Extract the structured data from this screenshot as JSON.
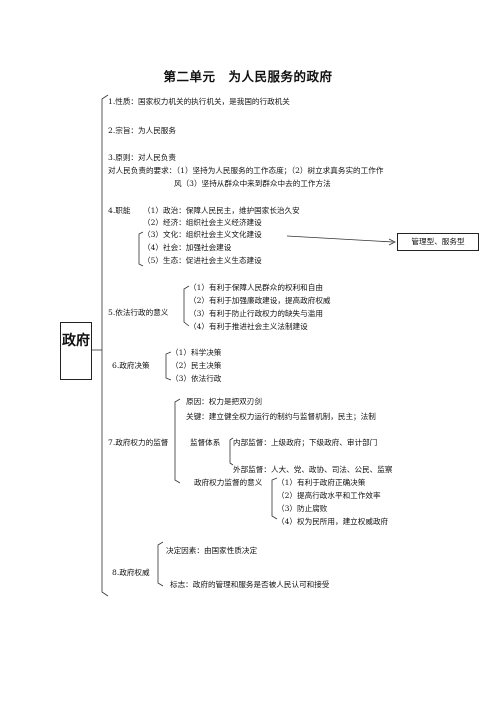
{
  "title": "第二单元　为人民服务的政府",
  "root": "政府",
  "s1": "1.性质：国家权力机关的执行机关，是我国的行政机关",
  "s2": "2.宗旨：为人民服务",
  "s3": {
    "head": "3.原则：对人民负责",
    "line2": "对人民负责的要求：（1）坚持为人民服务的工作态度；（2）树立求真务实的工作作",
    "line3": "风（3）坚持从群众中来到群众中去的工作方法"
  },
  "s4": {
    "head": "4.职能",
    "items": [
      "（1）政治：保障人民民主，维护国家长治久安",
      "（2）经济：组织社会主义经济建设",
      "（3）文化：组织社会主义文化建设",
      "（4）社会：加强社会建设",
      "（5）生态：促进社会主义生态建设"
    ],
    "note": "管理型、服务型"
  },
  "s5": {
    "head": "5.依法行政的意义",
    "items": [
      "（1）有利于保障人民群众的权利和自由",
      "（2）有利于加强廉政建设，提高政府权威",
      "（3）有利于防止行政权力的缺失与滥用",
      "（4）有利于推进社会主义法制建设"
    ]
  },
  "s6": {
    "head": "6.政府决策",
    "items": [
      "（1）科学决策",
      "（2）民主决策",
      "（3）依法行政"
    ]
  },
  "s7": {
    "head": "7.政府权力的监督",
    "reason": "原因：权力是把双刃剑",
    "key": "关键：建立健全权力运行的制约与监督机制，民主；法制",
    "system": "监督体系",
    "internal": "内部监督：上级政府；下级政府、审计部门",
    "external": "外部监督：人大、党、政协、司法、公民、监察",
    "meaning": "政府权力监督的意义",
    "items": [
      "（1）有利于政府正确决策",
      "（2）提高行政水平和工作效率",
      "（3）防止腐败",
      "（4）权为民所用，建立权威政府"
    ]
  },
  "s8": {
    "head": "8.政府权威",
    "factor": "决定因素：由国家性质决定",
    "sign": "标志：政府的管理和服务是否被人民认可和接受"
  }
}
